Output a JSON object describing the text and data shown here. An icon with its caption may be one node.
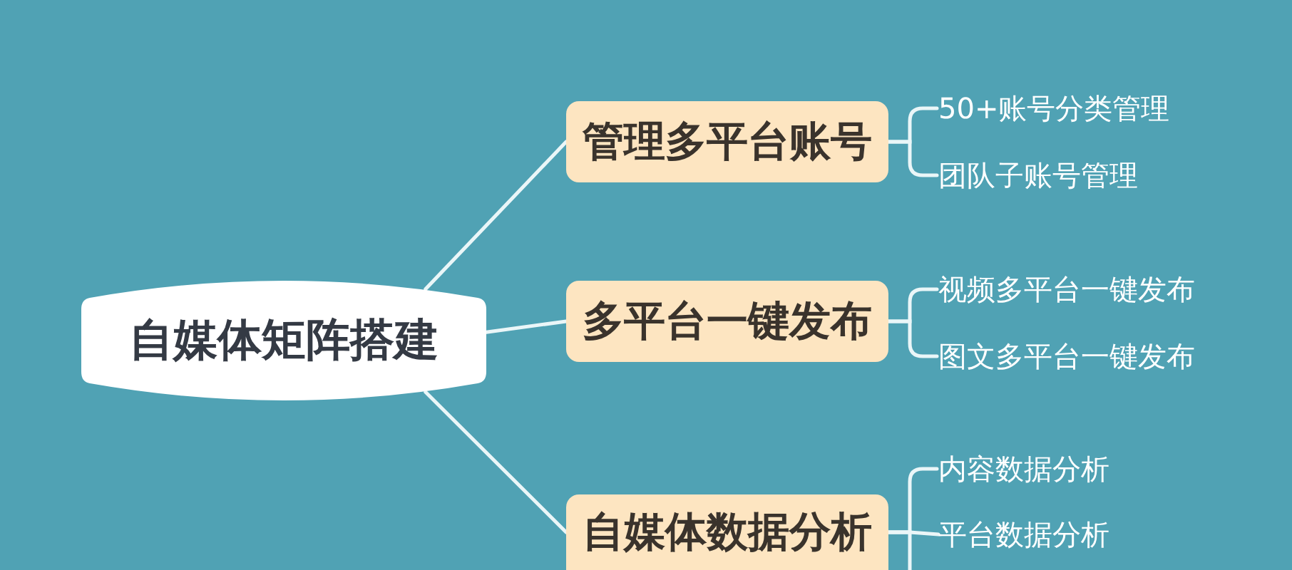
{
  "diagram": {
    "nodes": [
      {
        "text": [
          "自媒体矩阵搭建"
        ]
      },
      {
        "text": [
          "管理多平台账号"
        ]
      },
      {
        "text": [
          "50+账号分类管理"
        ]
      },
      {
        "text": [
          "团队子账号管理"
        ]
      },
      {
        "text": [
          "多平台一键发布"
        ]
      },
      {
        "text": [
          "视频多平台一键发布"
        ]
      },
      {
        "text": [
          "图文多平台一键发布"
        ]
      },
      {
        "text": [
          "自媒体数据分析"
        ]
      },
      {
        "text": [
          "内容数据分析"
        ]
      },
      {
        "text": [
          "平台数据分析"
        ]
      }
    ],
    "edges": [
      {
        "from": 0,
        "to": 1,
        "arrow": "none"
      },
      {
        "from": 0,
        "to": 4,
        "arrow": "none"
      },
      {
        "from": 0,
        "to": 7,
        "arrow": "none"
      },
      {
        "from": 1,
        "to": 2,
        "arrow": "none"
      },
      {
        "from": 1,
        "to": 3,
        "arrow": "none"
      },
      {
        "from": 4,
        "to": 5,
        "arrow": "none"
      },
      {
        "from": 4,
        "to": 6,
        "arrow": "none"
      },
      {
        "from": 7,
        "to": 8,
        "arrow": "none"
      },
      {
        "from": 7,
        "to": 9,
        "arrow": "none"
      },
      {
        "from": 7,
        "to": null,
        "arrow": "none"
      }
    ]
  }
}
